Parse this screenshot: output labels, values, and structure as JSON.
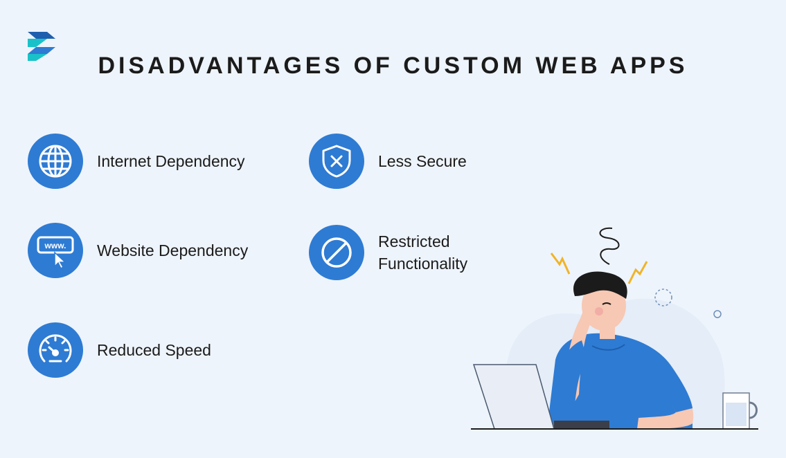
{
  "header": {
    "title": "DISADVANTAGES OF CUSTOM WEB APPS"
  },
  "brand": {
    "logo_icon": "layered-s-logo-icon",
    "colors": {
      "logo_dark": "#1f5fae",
      "logo_teal": "#19c2c9"
    }
  },
  "accent_color": "#2e7bd3",
  "items": [
    {
      "icon": "globe-icon",
      "label": "Internet Dependency"
    },
    {
      "icon": "shield-x-icon",
      "label": "Less Secure"
    },
    {
      "icon": "www-cursor-icon",
      "label": "Website Dependency"
    },
    {
      "icon": "prohibited-icon",
      "label_line1": "Restricted",
      "label_line2": "Functionality"
    },
    {
      "icon": "speedometer-icon",
      "label": "Reduced Speed"
    }
  ],
  "illustration": {
    "description_icon": "frustrated-man-at-laptop-illustration"
  }
}
